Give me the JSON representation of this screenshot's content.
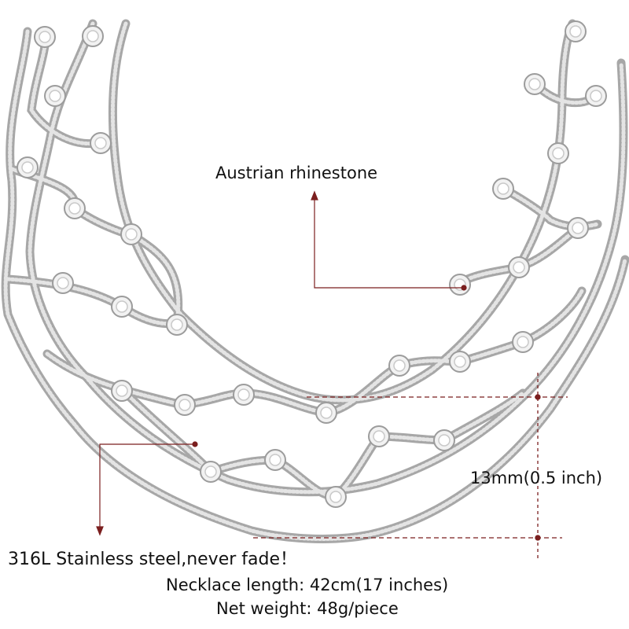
{
  "callouts": {
    "rhinestone": "Austrian rhinestone",
    "width": "13mm(0.5 inch)"
  },
  "specs": {
    "material": "316L Stainless steel,never fade！",
    "length": "Necklace length: 42cm(17 inches)",
    "weight": "Net weight: 48g/piece"
  },
  "colors": {
    "background": "#ffffff",
    "chain_outline": "#a7a7a7",
    "chain_fill": "#e4e4e4",
    "annotation_line": "#7b1f1f",
    "text": "#111111"
  }
}
